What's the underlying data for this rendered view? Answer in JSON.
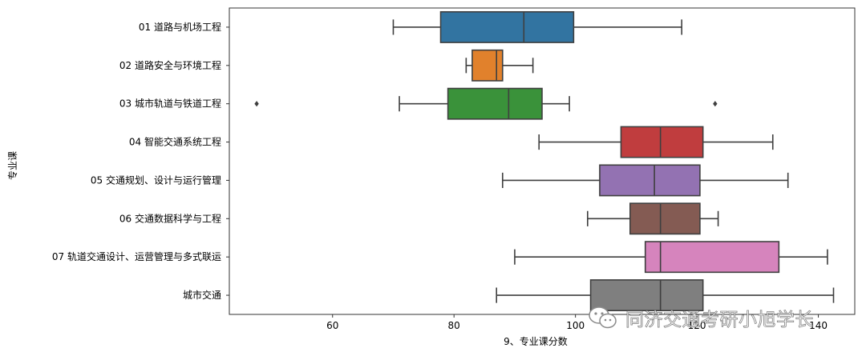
{
  "chart_data": {
    "type": "box",
    "orientation": "horizontal",
    "xlabel": "9、专业课分数",
    "ylabel": "专业课",
    "xlim": [
      43,
      146
    ],
    "xticks": [
      60,
      80,
      100,
      120,
      140
    ],
    "grid": false,
    "categories": [
      "01 道路与机场工程",
      "02 道路安全与环境工程",
      "03 城市轨道与铁道工程",
      "04 智能交通系统工程",
      "05 交通规划、设计与运行管理",
      "06 交通数据科学与工程",
      "07 轨道交通设计、运营管理与多式联运",
      "城市交通"
    ],
    "boxes": [
      {
        "whislo": 70,
        "q1": 77.8,
        "med": 91.5,
        "q3": 99.7,
        "whishi": 117.5,
        "fliers": []
      },
      {
        "whislo": 82,
        "q1": 83,
        "med": 87,
        "q3": 88,
        "whishi": 93,
        "fliers": []
      },
      {
        "whislo": 71,
        "q1": 79,
        "med": 89,
        "q3": 94.5,
        "whishi": 99,
        "fliers": [
          47.5,
          123
        ]
      },
      {
        "whislo": 94,
        "q1": 107.5,
        "med": 114,
        "q3": 121,
        "whishi": 132.5,
        "fliers": []
      },
      {
        "whislo": 88,
        "q1": 104,
        "med": 113,
        "q3": 120.5,
        "whishi": 135,
        "fliers": []
      },
      {
        "whislo": 102,
        "q1": 109,
        "med": 114,
        "q3": 120.5,
        "whishi": 123.5,
        "fliers": []
      },
      {
        "whislo": 90,
        "q1": 111.5,
        "med": 114,
        "q3": 133.5,
        "whishi": 141.5,
        "fliers": []
      },
      {
        "whislo": 87,
        "q1": 102.5,
        "med": 114,
        "q3": 121,
        "whishi": 142.5,
        "fliers": []
      }
    ],
    "colors": [
      "#3274a1",
      "#e1812c",
      "#3a923a",
      "#c03d3e",
      "#9372b2",
      "#845b53",
      "#d684bd",
      "#7f7f7f"
    ]
  },
  "watermark": {
    "text": "同济交通考研小旭学长",
    "icon": "wechat-icon"
  }
}
